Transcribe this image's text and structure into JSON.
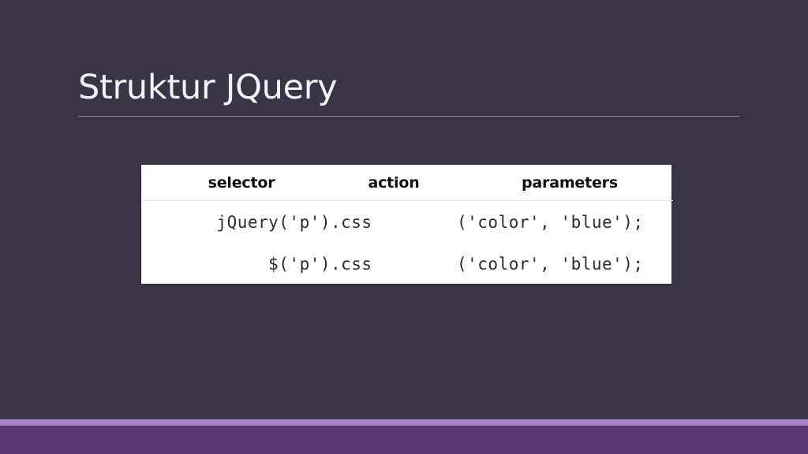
{
  "slide": {
    "title": "Struktur JQuery",
    "background_color": "#393546",
    "title_color": "#F3F2F4",
    "rule_color": "#8F8C9B"
  },
  "figure": {
    "background_color": "#FFFFFF",
    "border_color": "#2C2A38",
    "headers": [
      {
        "key": "selector",
        "label": "selector"
      },
      {
        "key": "action",
        "label": "action"
      },
      {
        "key": "parameters",
        "label": "parameters"
      }
    ],
    "rows": [
      {
        "selector": "jQuery('p')",
        "action": ".css",
        "parameters": "('color', 'blue');"
      },
      {
        "selector": "$('p')",
        "action": ".css",
        "parameters": "('color', 'blue');"
      }
    ]
  },
  "accents": {
    "light_band_color": "#A585C4",
    "dark_band_color": "#5B3871"
  }
}
